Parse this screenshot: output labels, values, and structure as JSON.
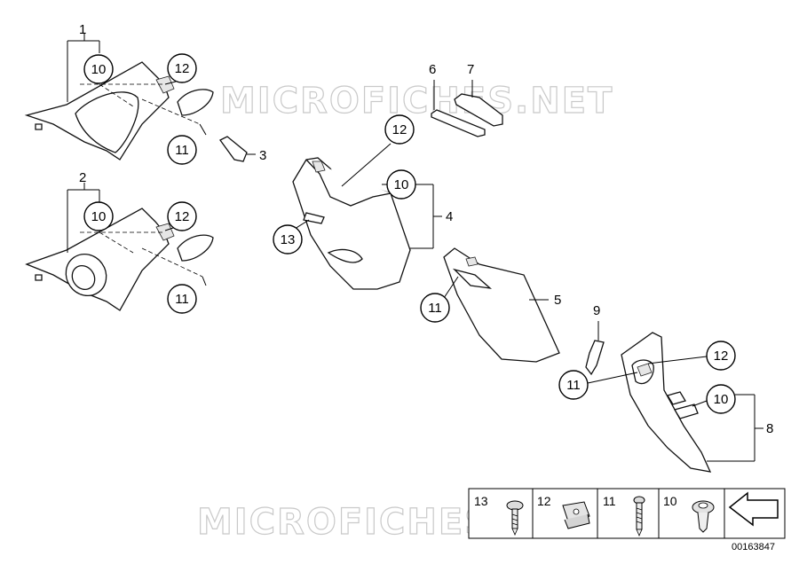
{
  "watermarks": [
    "MICROFICHES.NET",
    "MICROFICHES.NET"
  ],
  "part_numbers": {
    "p1": "1",
    "p2": "2",
    "p3": "3",
    "p4": "4",
    "p5": "5",
    "p6": "6",
    "p7": "7",
    "p8": "8",
    "p9": "9"
  },
  "callouts": {
    "c10a": "10",
    "c12a": "12",
    "c11a": "11",
    "c10b": "10",
    "c12b": "12",
    "c11b": "11",
    "c12c": "12",
    "c10c": "10",
    "c13c": "13",
    "c11d": "11",
    "c12e": "12",
    "c11e": "11",
    "c10e": "10"
  },
  "legend": {
    "items": [
      "13",
      "12",
      "11",
      "10"
    ]
  },
  "document_id": "00163847"
}
